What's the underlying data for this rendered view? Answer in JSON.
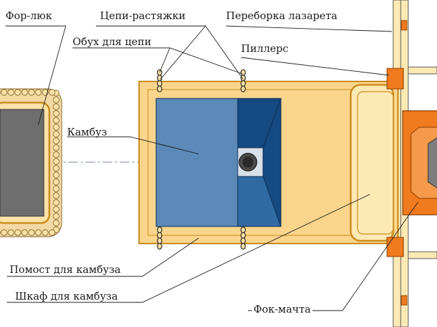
{
  "labels": {
    "for_luk": "Фор-люк",
    "tsepi_rastyazhki": "Цепи-растяжки",
    "pereborka": "Переборка лазарета",
    "obukh": "Обух для цепи",
    "pillers": "Пиллерс",
    "kambuz": "Камбуз",
    "pomost": "Помост для камбуза",
    "shkaf": "Шкаф для камбуза",
    "fok_machta": "Фок-мачта"
  },
  "colors": {
    "background": "#ffffff",
    "platform_fill": "#fbd58c",
    "platform_stroke": "#c98a1a",
    "cabinet_fill": "#fde9b4",
    "galley_light": "#5b8ab8",
    "galley_dark": "#154a82",
    "galley_mid": "#2f6aa3",
    "hatch_fill": "#6e6e6e",
    "hatch_rim": "#fbe2a6",
    "mast_fill": "#f07a1e",
    "mast_dark": "#7d7d7d",
    "wall_accent": "#f07a1e",
    "leader_line": "#1a1a1a"
  },
  "icons": [
    "chain-icon",
    "chimney-icon"
  ]
}
